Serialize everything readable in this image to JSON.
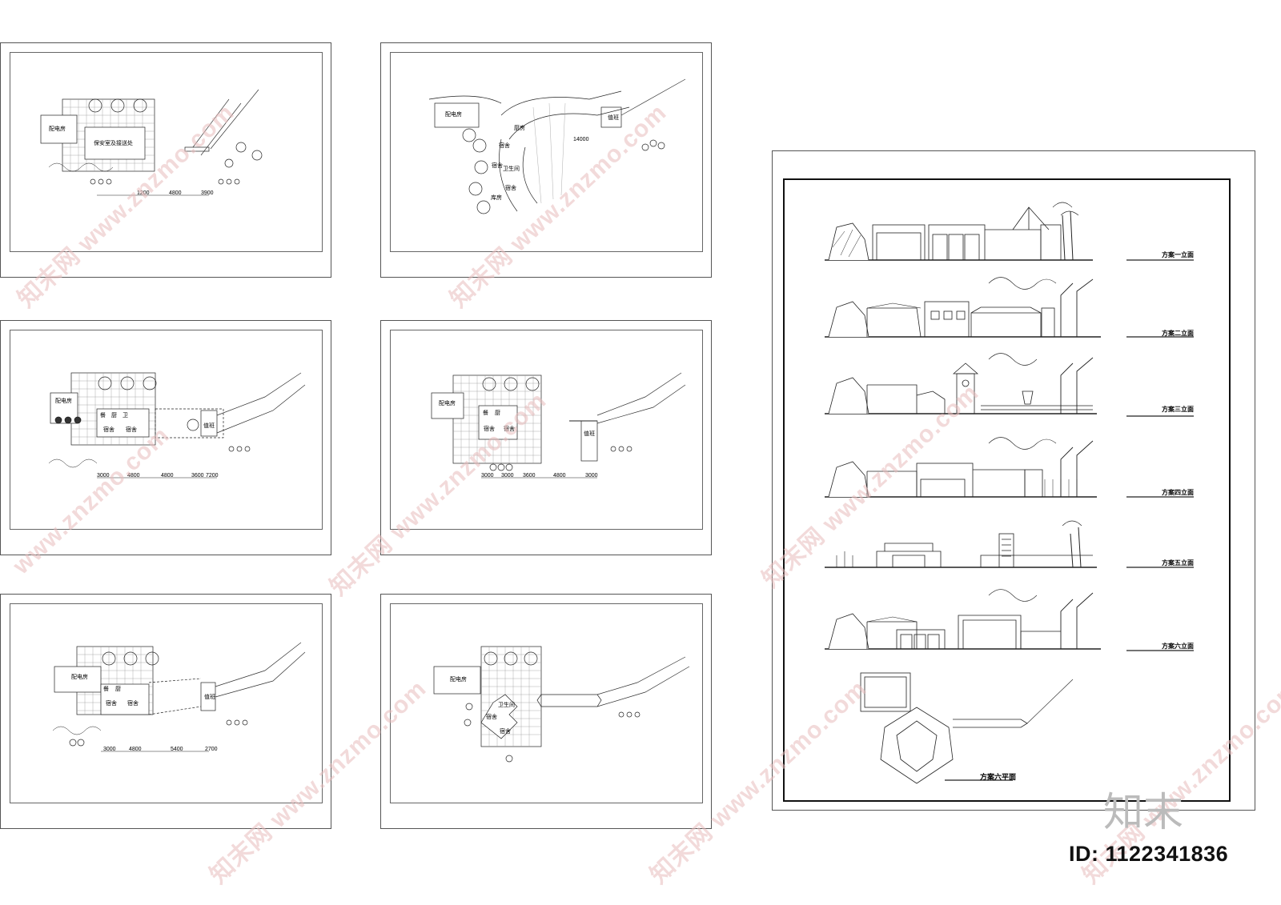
{
  "sheets": [
    {
      "labels": {
        "power_room": "配电房",
        "main_room": "保安室及接送处",
        "dims": [
          "1200",
          "4800",
          "3900"
        ]
      }
    },
    {
      "labels": {
        "power_room": "配电房",
        "guard": "值班",
        "kitchen": "厨房",
        "dorm1": "宿舍",
        "toilet": "卫生间",
        "dorm2": "宿舍",
        "dorm3": "宿舍",
        "storage": "库房",
        "dim": "14000"
      }
    },
    {
      "labels": {
        "power_room": "配电房",
        "a": "餐",
        "b": "厨",
        "c": "卫",
        "dorm1": "宿舍",
        "dorm2": "宿舍",
        "guard": "值班",
        "dims": [
          "3000",
          "4800",
          "4800",
          "3600",
          "7200"
        ]
      }
    },
    {
      "labels": {
        "power_room": "配电房",
        "a": "餐",
        "b": "厨",
        "dorm1": "宿舍",
        "dorm2": "宿舍",
        "guard": "值班",
        "dims": [
          "3000",
          "3000",
          "3600",
          "4800",
          "3000"
        ]
      }
    },
    {
      "labels": {
        "power_room": "配电房",
        "a": "餐",
        "b": "厨",
        "dorm1": "宿舍",
        "dorm2": "宿舍",
        "guard": "值班",
        "dims": [
          "3000",
          "4800",
          "5400",
          "2700"
        ]
      }
    },
    {
      "labels": {
        "power_room": "配电房",
        "toilet": "卫生间",
        "dorm1": "宿舍",
        "dorm2": "宿舍"
      }
    }
  ],
  "elevations": [
    {
      "title": "方案一立面"
    },
    {
      "title": "方案二立面"
    },
    {
      "title": "方案三立面"
    },
    {
      "title": "方案四立面"
    },
    {
      "title": "方案五立面"
    },
    {
      "title": "方案六立面"
    }
  ],
  "plan6": {
    "title": "方案六平面"
  },
  "watermark": {
    "site": "www.znzmo.com",
    "cn": "知末网"
  },
  "brand": {
    "logo": "知末",
    "id": "ID: 1122341836"
  }
}
